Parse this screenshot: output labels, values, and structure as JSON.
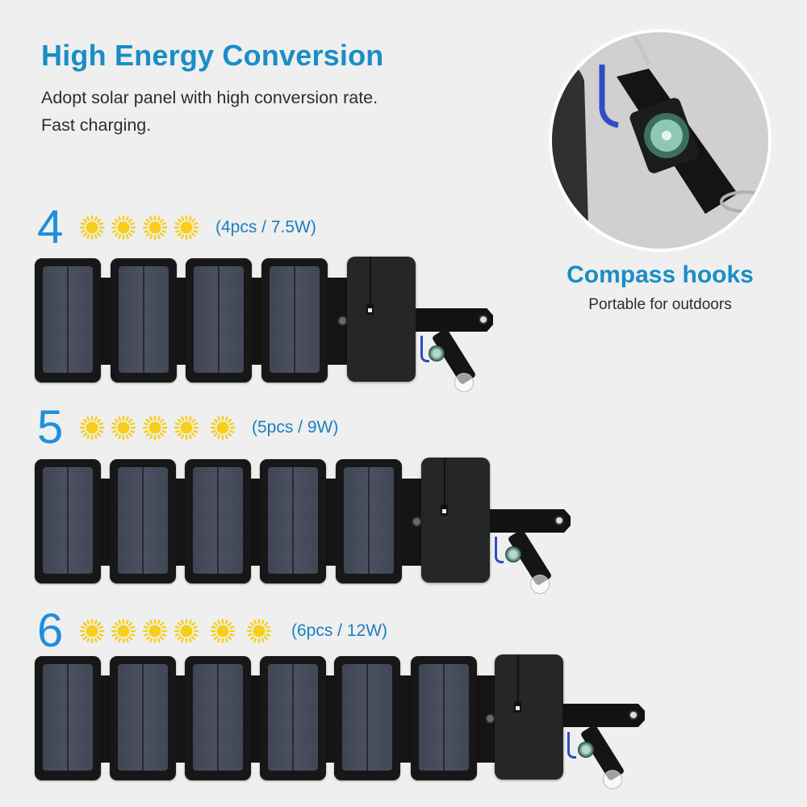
{
  "header": {
    "title": "High Energy Conversion",
    "subtitle_line1": "Adopt solar panel with high conversion rate.",
    "subtitle_line2": "Fast charging."
  },
  "feature": {
    "image": "compass-hook-closeup",
    "title": "Compass hooks",
    "subtitle": "Portable for outdoors"
  },
  "options": [
    {
      "count": "4",
      "sun_icons": 4,
      "spec": "(4pcs / 7.5W)",
      "panels": 4
    },
    {
      "count": "5",
      "sun_icons": 5,
      "spec": "(5pcs / 9W)",
      "panels": 5
    },
    {
      "count": "6",
      "sun_icons": 6,
      "spec": "(6pcs / 12W)",
      "panels": 6
    }
  ],
  "icons": {
    "sun": "sun-icon"
  },
  "colors": {
    "accent_blue": "#1a8dc6",
    "number_blue": "#1e8fdc",
    "sun_yellow": "#f7cf1b",
    "text_dark": "#2d2d2d",
    "background": "#eeefee",
    "panel_black": "#171717"
  }
}
